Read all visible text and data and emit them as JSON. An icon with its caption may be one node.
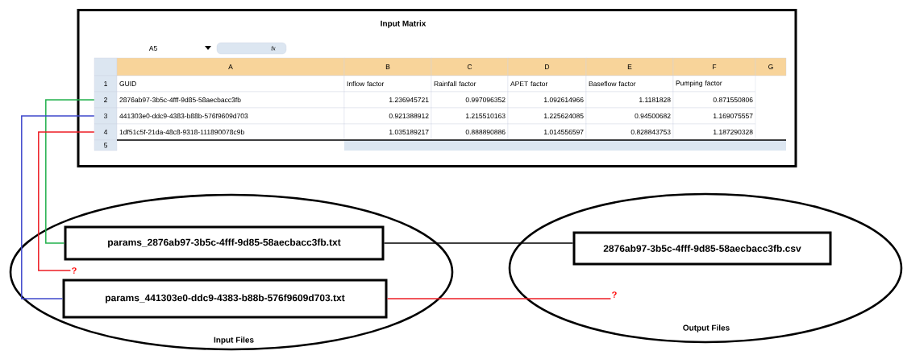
{
  "diagram": {
    "nodes": [
      {
        "text": [
          "Input Matrix"
        ]
      },
      {
        "text": [
          "1"
        ],
        "in": 0
      },
      {
        "text": [
          "2"
        ],
        "in": 0
      },
      {
        "text": [
          "3"
        ],
        "in": 0
      },
      {
        "text": [
          "4"
        ],
        "in": 0
      },
      {
        "text": [
          "5"
        ],
        "in": 0
      },
      {
        "text": [
          "Input Files"
        ]
      },
      {
        "text": [
          "params_2876ab97-3b5c-4fff-9d85-58aecbacc3fb.txt"
        ],
        "in": 6
      },
      {
        "text": [
          "?"
        ],
        "in": 6
      },
      {
        "text": [
          "params_441303e0-ddc9-4383-b88b-576f9609d703.txt"
        ],
        "in": 6
      },
      {
        "text": [
          "Output Files"
        ]
      },
      {
        "text": [
          "2876ab97-3b5c-4fff-9d85-58aecbacc3fb.csv"
        ],
        "in": 10
      },
      {
        "text": [
          "?"
        ],
        "in": 10
      }
    ],
    "edges": [
      {
        "from": 2,
        "to": 7,
        "arrow": "none",
        "color": "#22b14c"
      },
      {
        "from": 3,
        "to": 9,
        "arrow": "none",
        "color": "#3f48cc"
      },
      {
        "from": 4,
        "to": 8,
        "arrow": "none",
        "color": "#ed1c24"
      },
      {
        "from": 7,
        "to": 11,
        "arrow": "none",
        "color": "#000000"
      },
      {
        "from": 9,
        "to": 12,
        "arrow": "none",
        "color": "#ed1c24"
      }
    ],
    "labels": [
      "A5",
      "fx",
      "A",
      "B",
      "C",
      "D",
      "E",
      "F",
      "G",
      "GUID",
      "Inflow factor",
      "Rainfall factor",
      "APET factor",
      "Baseflow factor",
      "Pumping factor",
      "2876ab97-3b5c-4fff-9d85-58aecbacc3fb",
      "1.236945721",
      "0.997096352",
      "1.092614966",
      "1.1181828",
      "0.871550806",
      "441303e0-ddc9-4383-b88b-576f9609d703",
      "0.921388912",
      "1.215510163",
      "1.225624085",
      "0.94500682",
      "1.169075557",
      "1df51c5f-21da-48c8-9318-111890078c9b",
      "1.035189217",
      "0.888890886",
      "1.014556597",
      "0.828843753",
      "1.187290328"
    ]
  }
}
